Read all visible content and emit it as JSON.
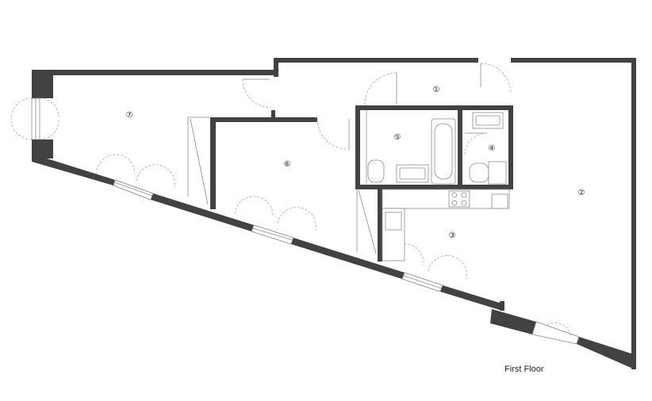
{
  "caption": "First Floor",
  "rooms": [
    {
      "id": "r1",
      "label": "①"
    },
    {
      "id": "r2",
      "label": "②"
    },
    {
      "id": "r3",
      "label": "③"
    },
    {
      "id": "r4",
      "label": "④"
    },
    {
      "id": "r5",
      "label": "⑤"
    },
    {
      "id": "r6",
      "label": "⑥"
    },
    {
      "id": "r7",
      "label": "⑦"
    }
  ],
  "colors": {
    "wall": "#424242",
    "line": "#8a8a8a",
    "background": "#ffffff"
  }
}
